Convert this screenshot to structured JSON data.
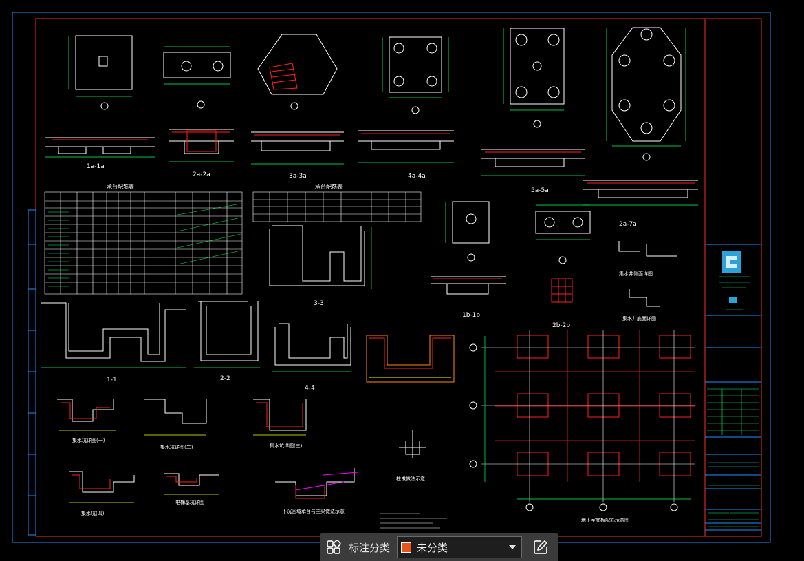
{
  "toolbar": {
    "category_label": "标注分类",
    "selected_category": "未分类",
    "selected_color": "#e8541b",
    "grid_icon": "grid-icon",
    "edit_icon": "edit-icon",
    "dropdown_icon": "chevron-down-icon"
  },
  "drawing": {
    "colors": {
      "frame": "#ff2a2a",
      "outer_frame": "#1e90ff",
      "line": "#ffffff",
      "dim": "#00ff66",
      "rebar": "#ff2020",
      "accent": "#ffff00",
      "leader": "#ff00ff",
      "cyan": "#00e5ff"
    },
    "section_labels": [
      "1a-1a",
      "2a-2a",
      "3a-3a",
      "4a-4a",
      "5a-5a",
      "1b-1b",
      "2b-2b",
      "3-3",
      "1-1",
      "2-2",
      "4-4"
    ],
    "tables": [
      "承台配筋表",
      "承台配筋表"
    ]
  }
}
